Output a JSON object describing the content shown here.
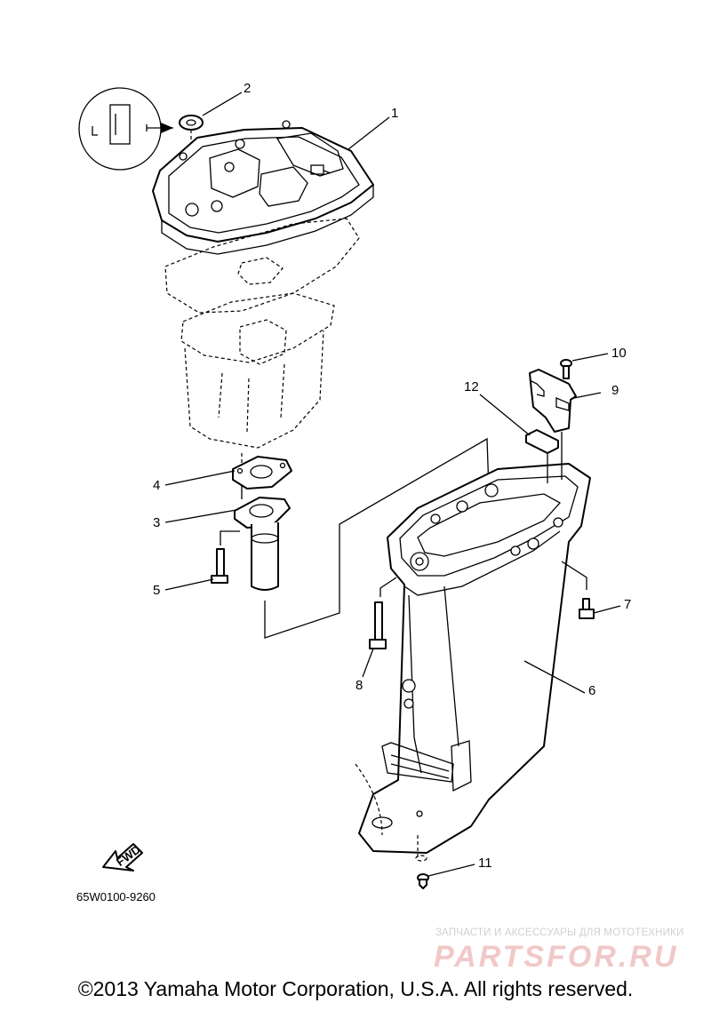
{
  "callouts": [
    "1",
    "2",
    "3",
    "4",
    "5",
    "6",
    "7",
    "8",
    "9",
    "10",
    "11",
    "12"
  ],
  "fwd_label": "FWD",
  "diagram_code": "65W0100-9260",
  "watermark": {
    "tagline": "ЗАПЧАСТИ И АКСЕССУАРЫ ДЛЯ МОТОТЕХНИКИ",
    "logo": "PARTSFOR.RU"
  },
  "copyright": "©2013 Yamaha Motor Corporation, U.S.A. All rights reserved."
}
